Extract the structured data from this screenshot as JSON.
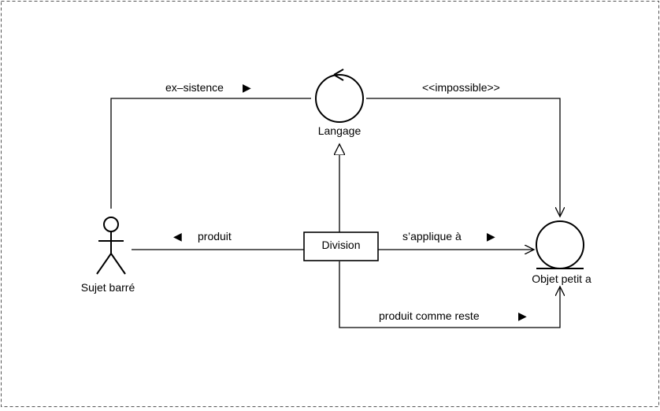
{
  "nodes": {
    "langage": {
      "label": "Langage",
      "kind": "control-circle"
    },
    "sujet": {
      "label": "Sujet barré",
      "kind": "actor"
    },
    "division": {
      "label": "Division",
      "kind": "box"
    },
    "objet": {
      "label": "Objet petit a",
      "kind": "entity-circle"
    }
  },
  "edges": {
    "existence": {
      "label": "ex–sistence",
      "direction_glyph": "▶"
    },
    "impossible": {
      "label": "<<impossible>>"
    },
    "produit": {
      "label": "produit",
      "direction_glyph": "◀"
    },
    "applique": {
      "label": "s’applique à",
      "direction_glyph": "▶"
    },
    "reste": {
      "label": "produit comme reste",
      "direction_glyph": "▶"
    }
  },
  "colors": {
    "line": "#000000",
    "frame": "#555555",
    "background": "#ffffff"
  }
}
